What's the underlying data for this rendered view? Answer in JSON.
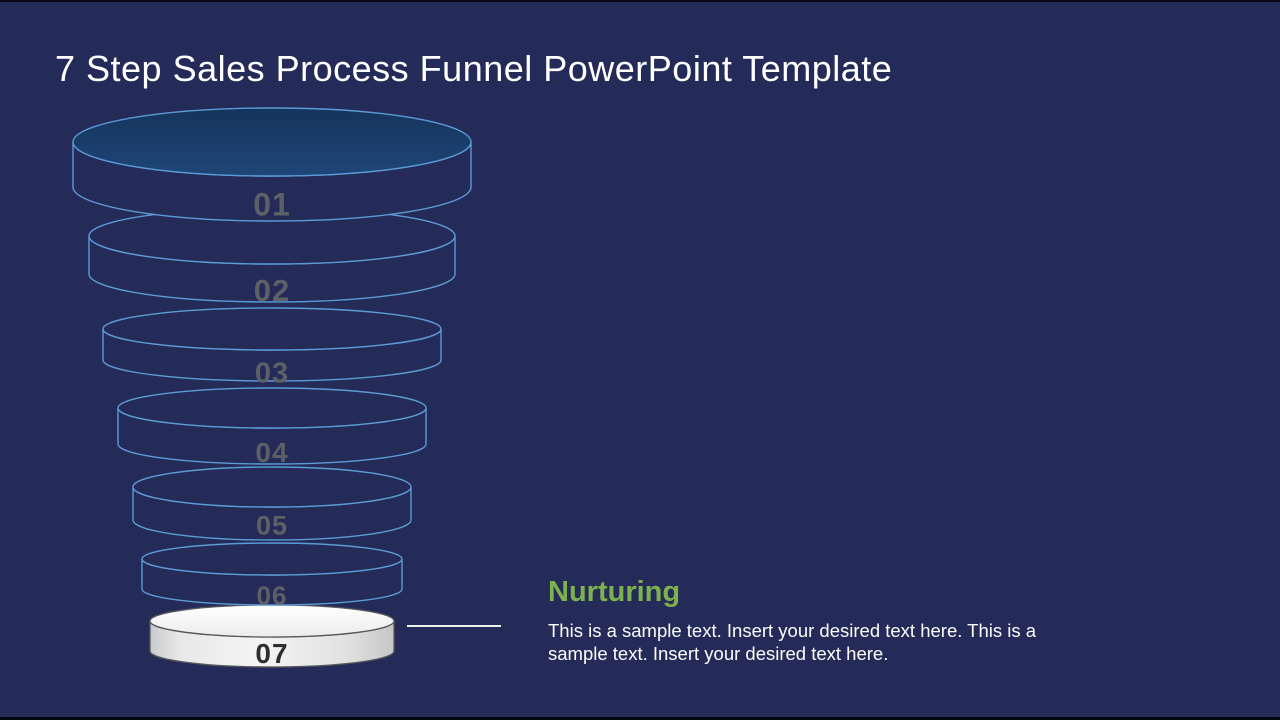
{
  "slide": {
    "title": "7 Step Sales Process Funnel PowerPoint Template"
  },
  "colors": {
    "background": "#242B58",
    "outline_blue": "#5B9BD5",
    "top_disc_blue_dark": "#15345C",
    "top_disc_blue_light": "#1F4678",
    "step_number_gray": "#5D6066",
    "highlight_disc_fill": "#F2F2F2",
    "highlight_stroke": "#57585C",
    "highlight_number": "#2E2E30",
    "heading_green": "#7CB14E",
    "connector_white": "#EFEFEF"
  },
  "funnel": {
    "steps": [
      {
        "label": "01",
        "highlighted": false
      },
      {
        "label": "02",
        "highlighted": false
      },
      {
        "label": "03",
        "highlighted": false
      },
      {
        "label": "04",
        "highlighted": false
      },
      {
        "label": "05",
        "highlighted": false
      },
      {
        "label": "06",
        "highlighted": false
      },
      {
        "label": "07",
        "highlighted": true
      }
    ]
  },
  "callout": {
    "heading": "Nurturing",
    "body_lines": [
      "This is a sample text. Insert your desired text here. This is a",
      "sample text. Insert your desired text here."
    ]
  }
}
